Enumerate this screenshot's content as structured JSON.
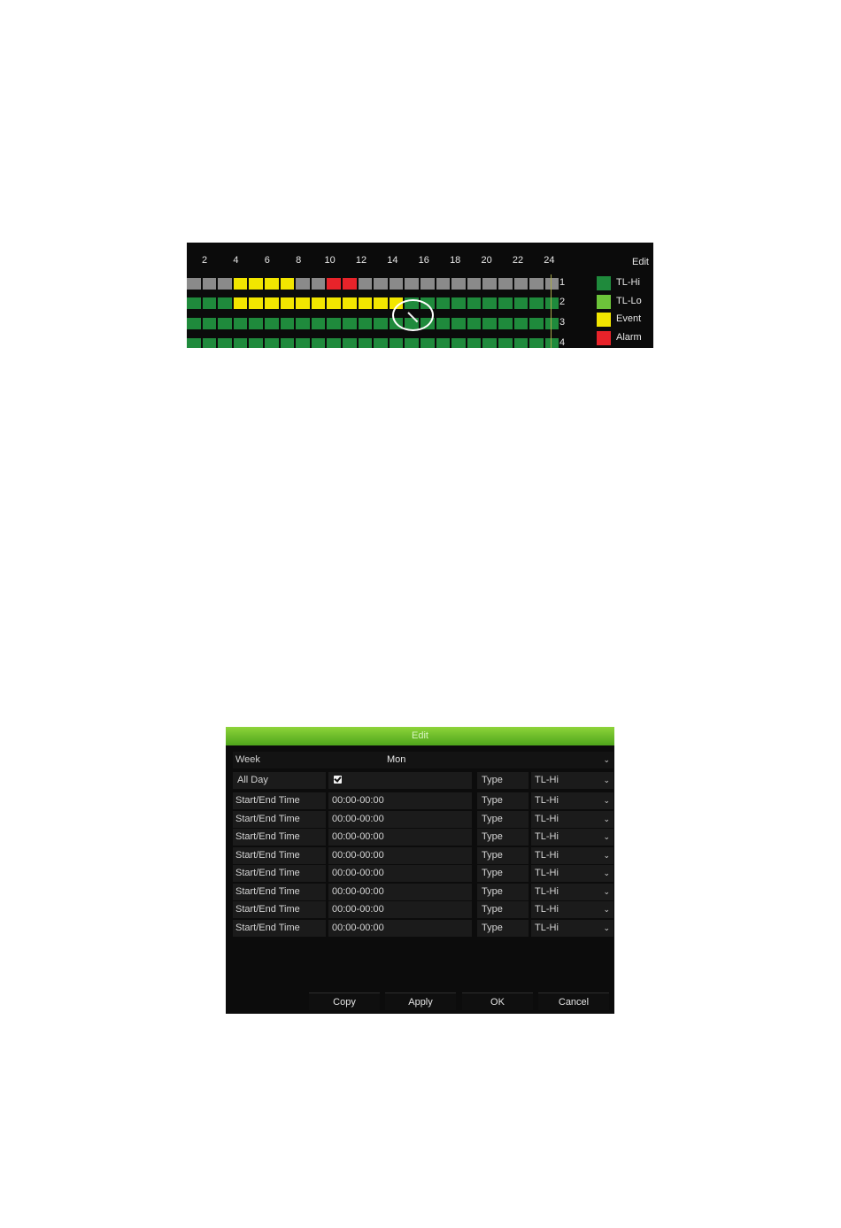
{
  "schedule": {
    "hour_labels": [
      "2",
      "4",
      "6",
      "8",
      "10",
      "12",
      "14",
      "16",
      "18",
      "20",
      "22",
      "24"
    ],
    "rows": [
      {
        "label": "1",
        "cells": [
          "gray",
          "gray",
          "gray",
          "yellow",
          "yellow",
          "yellow",
          "yellow",
          "gray",
          "gray",
          "red",
          "red",
          "gray",
          "gray",
          "gray",
          "gray",
          "gray",
          "gray",
          "gray",
          "gray",
          "gray",
          "gray",
          "gray",
          "gray",
          "gray"
        ]
      },
      {
        "label": "2",
        "cells": [
          "green",
          "green",
          "green",
          "yellow",
          "yellow",
          "yellow",
          "yellow",
          "yellow",
          "yellow",
          "yellow",
          "yellow",
          "yellow",
          "yellow",
          "yellow",
          "green",
          "green",
          "green",
          "green",
          "green",
          "green",
          "green",
          "green",
          "green",
          "green"
        ]
      },
      {
        "label": "3",
        "cells": [
          "green",
          "green",
          "green",
          "green",
          "green",
          "green",
          "green",
          "green",
          "green",
          "green",
          "green",
          "green",
          "green",
          "green",
          "green",
          "green",
          "green",
          "green",
          "green",
          "green",
          "green",
          "green",
          "green",
          "green"
        ]
      },
      {
        "label": "4",
        "cells": [
          "green",
          "green",
          "green",
          "green",
          "green",
          "green",
          "green",
          "green",
          "green",
          "green",
          "green",
          "green",
          "green",
          "green",
          "green",
          "green",
          "green",
          "green",
          "green",
          "green",
          "green",
          "green",
          "green",
          "green"
        ]
      }
    ],
    "edit_label": "Edit",
    "legend": [
      {
        "label": "TL-Hi",
        "color": "#1f8a3c"
      },
      {
        "label": "TL-Lo",
        "color": "#6cc43a"
      },
      {
        "label": "Event",
        "color": "#f2e600"
      },
      {
        "label": "Alarm",
        "color": "#e8232a"
      }
    ],
    "colors": {
      "gray": "#8a8a8a",
      "yellow": "#f2e600",
      "red": "#e8232a",
      "green": "#1f8a3c"
    }
  },
  "dialog": {
    "title": "Edit",
    "week_label": "Week",
    "week_value": "Mon",
    "allday_label": "All Day",
    "allday_checked": true,
    "type_label": "Type",
    "allday_type": "TL-Hi",
    "time_rows": [
      {
        "label": "Start/End Time",
        "value": "00:00-00:00",
        "type": "TL-Hi"
      },
      {
        "label": "Start/End Time",
        "value": "00:00-00:00",
        "type": "TL-Hi"
      },
      {
        "label": "Start/End Time",
        "value": "00:00-00:00",
        "type": "TL-Hi"
      },
      {
        "label": "Start/End Time",
        "value": "00:00-00:00",
        "type": "TL-Hi"
      },
      {
        "label": "Start/End Time",
        "value": "00:00-00:00",
        "type": "TL-Hi"
      },
      {
        "label": "Start/End Time",
        "value": "00:00-00:00",
        "type": "TL-Hi"
      },
      {
        "label": "Start/End Time",
        "value": "00:00-00:00",
        "type": "TL-Hi"
      },
      {
        "label": "Start/End Time",
        "value": "00:00-00:00",
        "type": "TL-Hi"
      }
    ],
    "buttons": {
      "copy": "Copy",
      "apply": "Apply",
      "ok": "OK",
      "cancel": "Cancel"
    },
    "title_color": "#5cb82a"
  }
}
